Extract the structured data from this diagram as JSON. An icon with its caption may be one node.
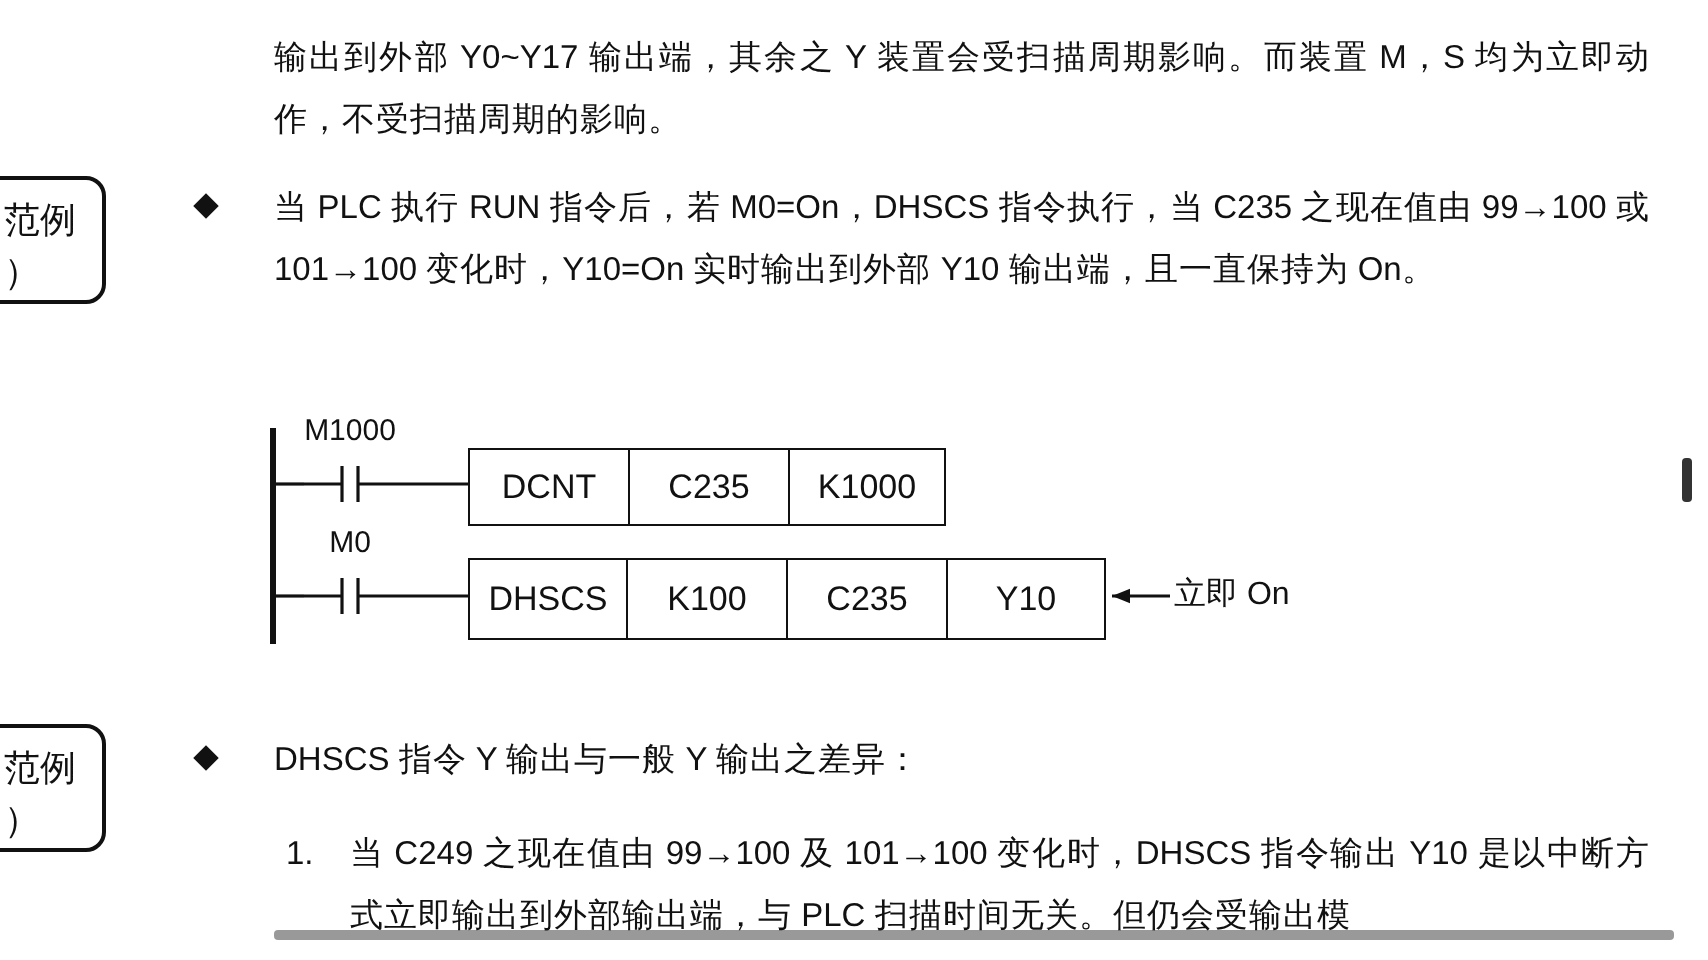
{
  "diagram": {
    "nodes": [
      {
        "text": [
          "范例",
          "）"
        ]
      },
      {
        "text": [
          "范例",
          "）"
        ]
      },
      {
        "text": [],
        "shape": "bar"
      },
      {
        "text": [
          "M1000"
        ]
      },
      {
        "text": [
          "DCNT"
        ]
      },
      {
        "text": [
          "C235"
        ]
      },
      {
        "text": [
          "K1000"
        ]
      },
      {
        "text": [
          "M0"
        ]
      },
      {
        "text": [
          "DHSCS"
        ]
      },
      {
        "text": [
          "K100"
        ]
      },
      {
        "text": [
          "C235"
        ]
      },
      {
        "text": [
          "Y10"
        ]
      },
      {
        "text": [
          "立即 On"
        ]
      }
    ],
    "edges": [
      {
        "from": 2,
        "to": 3,
        "arrow": "none"
      },
      {
        "from": 3,
        "to": 4,
        "arrow": "none"
      },
      {
        "from": 2,
        "to": 7,
        "arrow": "none"
      },
      {
        "from": 7,
        "to": 8,
        "arrow": "none"
      },
      {
        "from": 12,
        "to": 11,
        "arrow": "to"
      }
    ],
    "labels": [
      "输出到外部 Y0~Y17 输出端，其余之 Y 装置会受扫描周期影响。而装置 M，S 均为立即动作，不受扫描周期的影响。",
      "当 PLC 执行 RUN 指令后，若 M0=On，DHSCS 指令执行，当 C235 之现在值由 99→100 或 101→100 变化时，Y10=On 实时输出到外部 Y10 输出端，且一直保持为 On。",
      "DHSCS 指令 Y 输出与一般 Y 输出之差异：",
      "1.",
      "当 C249 之现在值由 99→100 及 101→100 变化时，DHSCS 指令输出 Y10 是以中断方式立即输出到外部输出端，与 PLC 扫描时间无关。但仍会受输出模"
    ]
  }
}
